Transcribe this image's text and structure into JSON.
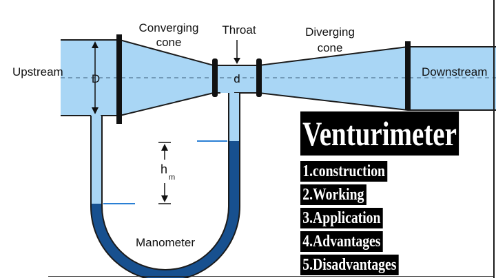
{
  "diagram": {
    "labels": {
      "upstream": "Upstream",
      "downstream": "Downstream",
      "converging_line1": "Converging",
      "converging_line2": "cone",
      "throat": "Throat",
      "diverging_line1": "Diverging",
      "diverging_line2": "cone",
      "inlet_diameter": "D",
      "throat_diameter": "d",
      "head_h": "h",
      "head_sub": "m",
      "manometer": "Manometer"
    },
    "colors": {
      "water": "#a9d6f5",
      "outline": "#1b1b1b",
      "manometer_fluid": "#17508f",
      "level_mark": "#2a7fd4"
    }
  },
  "panel": {
    "title": "Venturimeter",
    "topics": [
      "1.construction",
      "2.Working",
      "3.Application",
      "4.Advantages",
      "5.Disadvantages"
    ]
  }
}
